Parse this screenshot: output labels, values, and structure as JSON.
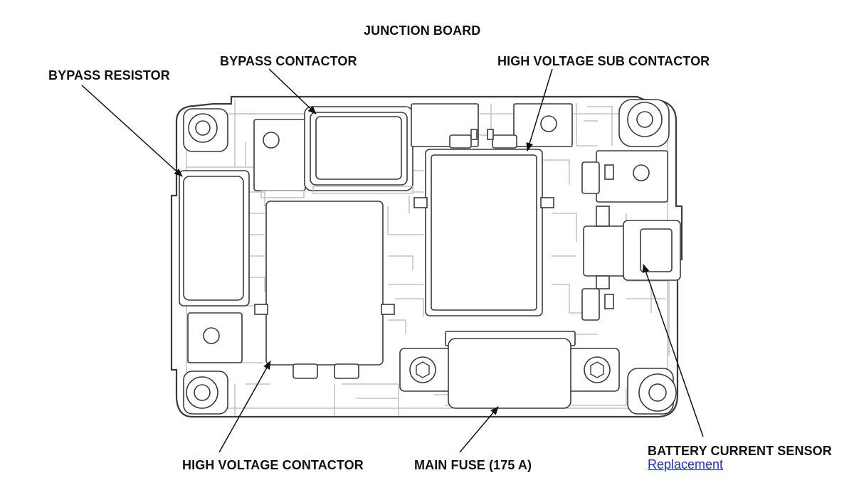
{
  "title": "JUNCTION BOARD",
  "callouts": {
    "bypass_resistor": "BYPASS RESISTOR",
    "bypass_contactor": "BYPASS CONTACTOR",
    "hv_sub_contactor": "HIGH VOLTAGE SUB CONTACTOR",
    "hv_contactor": "HIGH VOLTAGE CONTACTOR",
    "main_fuse": "MAIN FUSE (175 A)",
    "battery_current_sensor": "BATTERY CURRENT SENSOR"
  },
  "links": {
    "replacement": "Replacement "
  },
  "colors": {
    "outline": "#3a3a3a",
    "inner_lines": "#b8b8b8",
    "link": "#1a2fd6",
    "text": "#111111"
  }
}
